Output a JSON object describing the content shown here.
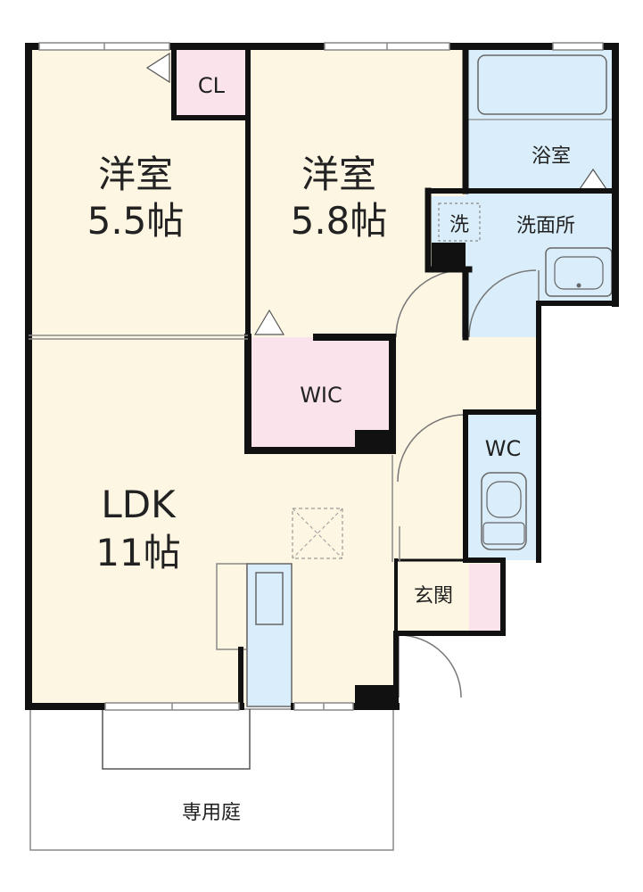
{
  "colors": {
    "room": "#fdf6e3",
    "wet": "#d9eefa",
    "closet": "#fbe3ec",
    "wall": "#111111",
    "line": "#777777"
  },
  "rooms": {
    "western1": {
      "name": "洋室",
      "size": "5.5帖"
    },
    "western2": {
      "name": "洋室",
      "size": "5.8帖"
    },
    "ldk": {
      "name": "LDK",
      "size": "11帖"
    },
    "cl": {
      "name": "CL"
    },
    "wic": {
      "name": "WIC"
    },
    "bath": {
      "name": "浴室"
    },
    "washroom": {
      "name": "洗面所"
    },
    "washer": {
      "name": "洗"
    },
    "wc": {
      "name": "WC"
    },
    "entrance": {
      "name": "玄関"
    },
    "garden": {
      "name": "専用庭"
    }
  }
}
